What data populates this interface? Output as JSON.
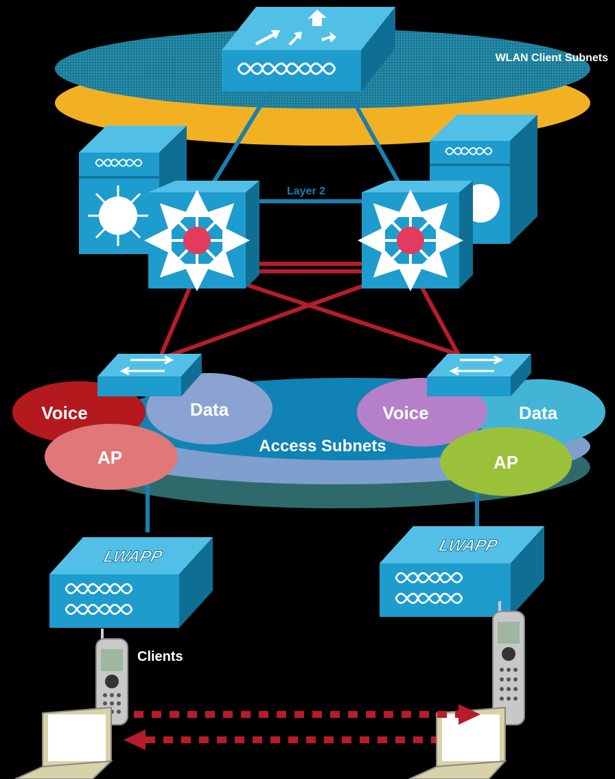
{
  "labels": {
    "wlan_client_subnets": "WLAN Client Subnets",
    "layer2": "Layer 2",
    "access_subnets": "Access Subnets",
    "clients": "Clients"
  },
  "subnets": {
    "left": {
      "voice": "Voice",
      "data": "Data",
      "ap": "AP"
    },
    "right": {
      "voice": "Voice",
      "data": "Data",
      "ap": "AP"
    }
  },
  "access_points": {
    "left": "LWAPP",
    "right": "LWAPP"
  },
  "colors": {
    "device_blue": "#1e9ccd",
    "device_top": "#52c0e6",
    "device_side": "#0f6e94",
    "trunk_blue": "#1a7fb0",
    "layer3_red": "#b81c2a",
    "wlan_blue": "#1d7a96",
    "wlan_gold": "#f2b123",
    "voice_left": "#b3191d",
    "ap_left": "#e0787a",
    "voice_right": "#b57fc9",
    "data_right": "#44b4d6",
    "ap_right": "#9bc13a",
    "data_left": "#8aa3d1"
  },
  "icons": {
    "core_router": "router-icon",
    "distribution_switch": "multilayer-switch-icon",
    "access_switch": "workgroup-switch-icon",
    "access_point": "lwapp-access-point-icon",
    "phone": "ip-phone-icon",
    "laptop": "laptop-icon"
  }
}
